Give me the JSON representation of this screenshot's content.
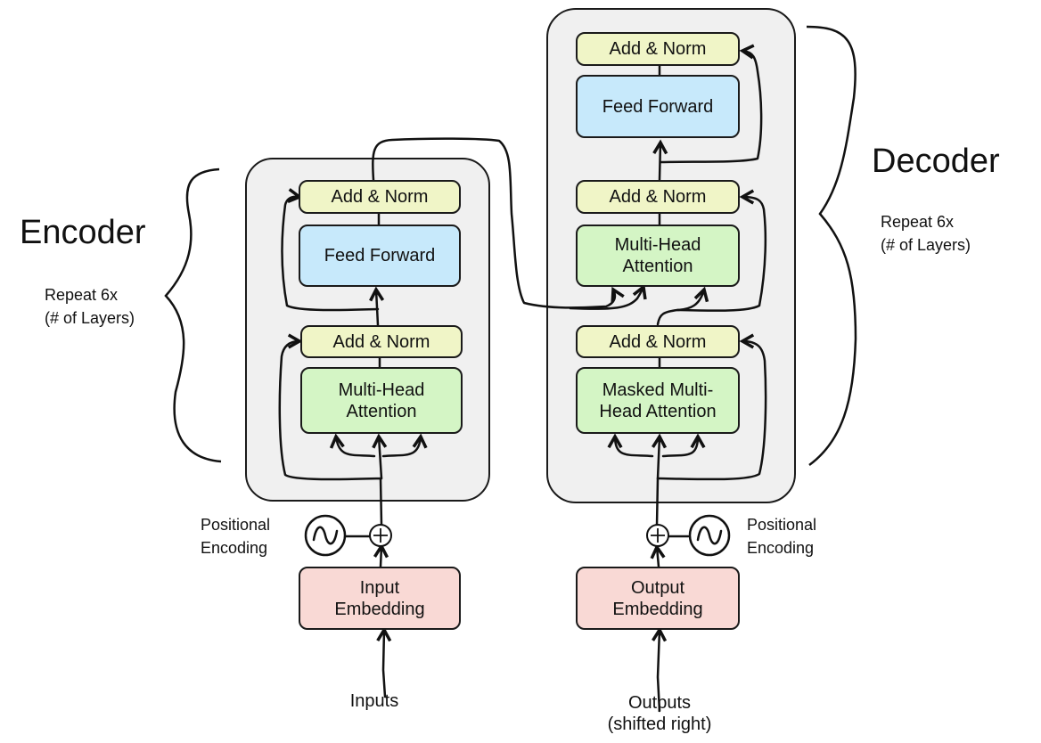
{
  "encoder": {
    "title": "Encoder",
    "repeat_line1": "Repeat 6x",
    "repeat_line2": "(# of Layers)",
    "add_norm_top": "Add & Norm",
    "feed_forward": "Feed Forward",
    "add_norm_bottom": "Add & Norm",
    "multi_head_attention": "Multi-Head\nAttention",
    "positional_encoding": "Positional\nEncoding",
    "embedding": "Input\nEmbedding",
    "input": "Inputs"
  },
  "decoder": {
    "title": "Decoder",
    "repeat_line1": "Repeat 6x",
    "repeat_line2": "(# of Layers)",
    "add_norm_top": "Add & Norm",
    "feed_forward": "Feed Forward",
    "add_norm_middle": "Add & Norm",
    "multi_head_attention": "Multi-Head\nAttention",
    "add_norm_bottom": "Add & Norm",
    "masked_attention": "Masked Multi-\nHead Attention",
    "positional_encoding": "Positional\nEncoding",
    "embedding": "Output\nEmbedding",
    "output": "Outputs\n(shifted right)"
  },
  "colors": {
    "add_norm": "#f0f5c7",
    "feed_forward": "#c7e9fb",
    "attention": "#d4f5c5",
    "embedding": "#f9d9d5",
    "stack_background": "#f0f0f0"
  }
}
